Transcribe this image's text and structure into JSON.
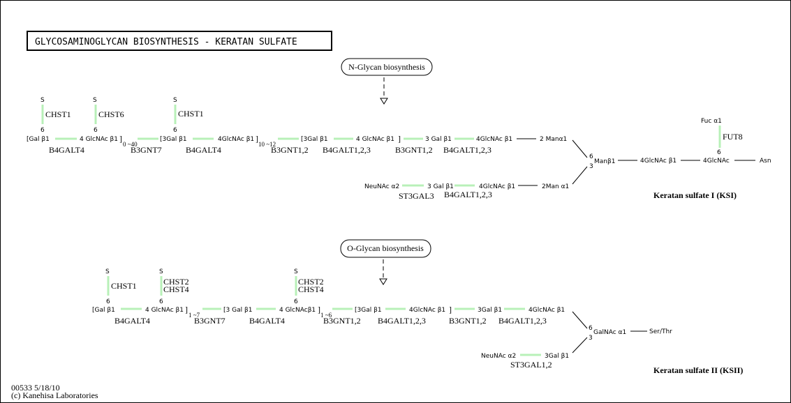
{
  "title": "GLYCOSAMINOGLYCAN BIOSYNTHESIS - KERATAN SULFATE",
  "n_glycan_link": "N-Glycan biosynthesis",
  "o_glycan_link": "O-Glycan biosynthesis",
  "ksi_label": "Keratan sulfate I (KSI)",
  "ksii_label": "Keratan sulfate II (KSII)",
  "footer": {
    "map_id": "00533 5/18/10",
    "copyright": "(c) Kanehisa Laboratories"
  },
  "ksi": {
    "sulfates": [
      "S",
      "S",
      "S"
    ],
    "positions": [
      "6",
      "6",
      "6",
      "6",
      "3",
      "6"
    ],
    "sulfotransferases": [
      "CHST1",
      "CHST6",
      "CHST1"
    ],
    "residues": [
      "[Gal β1",
      "4 GlcNAc β1",
      "]",
      "[3Gal β1",
      "4GlcNAc β1",
      "]",
      "[3Gal β1",
      "4 GlcNAc β1",
      "]",
      "3 Gal β1",
      "4GlcNAc β1",
      "2 Manα1",
      "Manβ1",
      "4GlcNAc β1",
      "4GlcNAc",
      "Asn",
      "Fuc α1",
      "NeuNAc α2",
      "3 Gal β1",
      "4GlcNAc β1",
      "2Man α1"
    ],
    "repeats": [
      "0 ~40",
      "10 ~12"
    ],
    "enzymes": [
      "B4GALT4",
      "B3GNT7",
      "B4GALT4",
      "B3GNT1,2",
      "B4GALT1,2,3",
      "B3GNT1,2",
      "B4GALT1,2,3",
      "FUT8",
      "ST3GAL3",
      "B4GALT1,2,3"
    ]
  },
  "ksii": {
    "sulfates": [
      "S",
      "S",
      "S"
    ],
    "positions": [
      "6",
      "6",
      "6",
      "6",
      "3"
    ],
    "sulfotransferases": [
      "CHST1",
      "CHST2",
      "CHST4",
      "CHST2",
      "CHST4"
    ],
    "residues": [
      "[Gal β1",
      "4 GlcNAc β1",
      "]",
      "[3 Gal β1",
      "4 GlcNAcβ1",
      "]",
      "[3Gal β1",
      "4GlcNAc β1",
      "]",
      "3Gal β1",
      "4GlcNAc β1",
      "GalNAc α1",
      "Ser/Thr",
      "NeuNAc α2",
      "3Gal β1"
    ],
    "repeats": [
      "1 ~7",
      "1 ~6"
    ],
    "enzymes": [
      "B4GALT4",
      "B3GNT7",
      "B4GALT4",
      "B3GNT1,2",
      "B4GALT1,2,3",
      "B3GNT1,2",
      "B4GALT1,2,3",
      "ST3GAL1,2"
    ]
  }
}
